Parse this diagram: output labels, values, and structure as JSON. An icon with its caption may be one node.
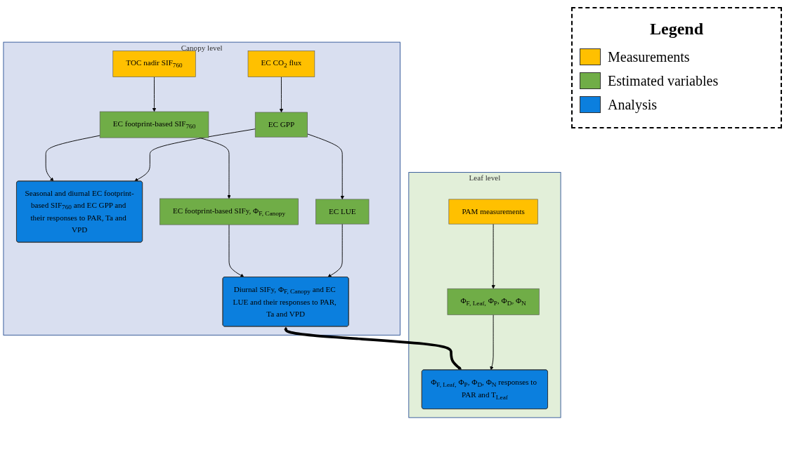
{
  "diagram": {
    "nodes": [
      {
        "text": [
          "Canopy level"
        ]
      },
      {
        "text": [
          "TOC nadir SIF$_{760}$"
        ],
        "in": 0
      },
      {
        "text": [
          "EC CO$_{2}$ flux"
        ],
        "in": 0
      },
      {
        "text": [
          "EC footprint-based SIF$_{760}$"
        ],
        "in": 0
      },
      {
        "text": [
          "EC GPP"
        ],
        "in": 0
      },
      {
        "text": [
          "Seasonal and diurnal EC footprint-based SIF$_{760}$ and EC GPP and their responses to PAR, Ta and VPD"
        ],
        "in": 0
      },
      {
        "text": [
          "EC footprint-based SIFy, Φ$_{F, Canopy}$"
        ],
        "in": 0
      },
      {
        "text": [
          "EC LUE"
        ],
        "in": 0
      },
      {
        "text": [
          "Diurnal SIFy, Φ$_{F, Canopy}$ and EC LUE and their responses to PAR, Ta and VPD"
        ],
        "in": 0
      },
      {
        "text": [
          "Leaf level"
        ]
      },
      {
        "text": [
          "PAM measurements"
        ],
        "in": 9
      },
      {
        "text": [
          "Φ$_{F, Leaf,}$ Φ$_{P}$, Φ$_{D}$, Φ$_{N}$"
        ],
        "in": 9
      },
      {
        "text": [
          "Φ$_{F, Leaf,}$ Φ$_{P}$, Φ$_{D}$, Φ$_{N}$ responses to PAR and T$_{Leaf}$"
        ],
        "in": 9
      }
    ],
    "edges": [
      {
        "from": 1,
        "to": 3,
        "arrow": "to"
      },
      {
        "from": 2,
        "to": 4,
        "arrow": "to"
      },
      {
        "from": 3,
        "to": 5,
        "arrow": "to"
      },
      {
        "from": 4,
        "to": 5,
        "arrow": "to"
      },
      {
        "from": 3,
        "to": 6,
        "arrow": "to"
      },
      {
        "from": 4,
        "to": 7,
        "arrow": "to"
      },
      {
        "from": 6,
        "to": 8,
        "arrow": "to"
      },
      {
        "from": 7,
        "to": 8,
        "arrow": "to"
      },
      {
        "from": 8,
        "to": 12,
        "arrow": "both",
        "style": "thick"
      },
      {
        "from": 10,
        "to": 11,
        "arrow": "to"
      },
      {
        "from": 11,
        "to": 12,
        "arrow": "to"
      }
    ],
    "labels": [
      "Legend"
    ],
    "legend": [
      {
        "text": "Measurements",
        "color": "#ffc000"
      },
      {
        "text": "Estimated variables",
        "color": "#70ad47"
      },
      {
        "text": "Analysis",
        "color": "#0b7fde"
      }
    ]
  }
}
